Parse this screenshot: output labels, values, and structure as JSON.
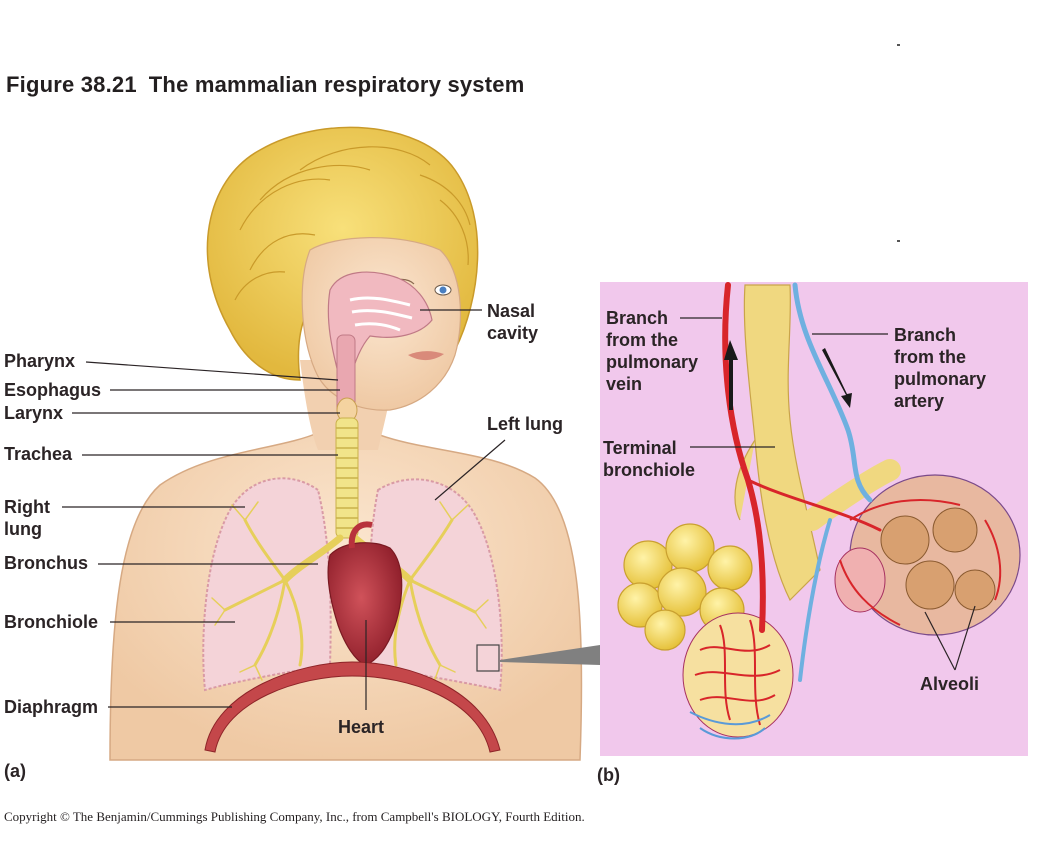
{
  "title": {
    "number": "Figure 38.21",
    "text": "The mammalian respiratory system"
  },
  "panel_a": {
    "letter": "(a)",
    "labels": {
      "pharynx": "Pharynx",
      "esophagus": "Esophagus",
      "larynx": "Larynx",
      "trachea": "Trachea",
      "right_lung": [
        "Right",
        "lung"
      ],
      "bronchus": "Bronchus",
      "bronchiole": "Bronchiole",
      "diaphragm": "Diaphragm",
      "nasal_cavity": [
        "Nasal",
        "cavity"
      ],
      "left_lung": "Left lung",
      "heart": "Heart"
    }
  },
  "panel_b": {
    "letter": "(b)",
    "labels": {
      "pulmonary_vein": [
        "Branch",
        "from the",
        "pulmonary",
        "vein"
      ],
      "pulmonary_artery": [
        "Branch",
        "from the",
        "pulmonary",
        "artery"
      ],
      "terminal_bronchiole": [
        "Terminal",
        "bronchiole"
      ],
      "alveoli": "Alveoli"
    }
  },
  "colors": {
    "hair": "#f3d462",
    "skin": "#f8dcbf",
    "lung": "#f4d3d8",
    "bronchial_tree": "#f1e48a",
    "heart": "#b8323c",
    "panel_b_background": "#f1c8ec",
    "vein": "#d8252a",
    "artery": "#6fb0e0"
  },
  "copyright": "Copyright © The Benjamin/Cummings Publishing Company, Inc., from Campbell's BIOLOGY, Fourth Edition."
}
